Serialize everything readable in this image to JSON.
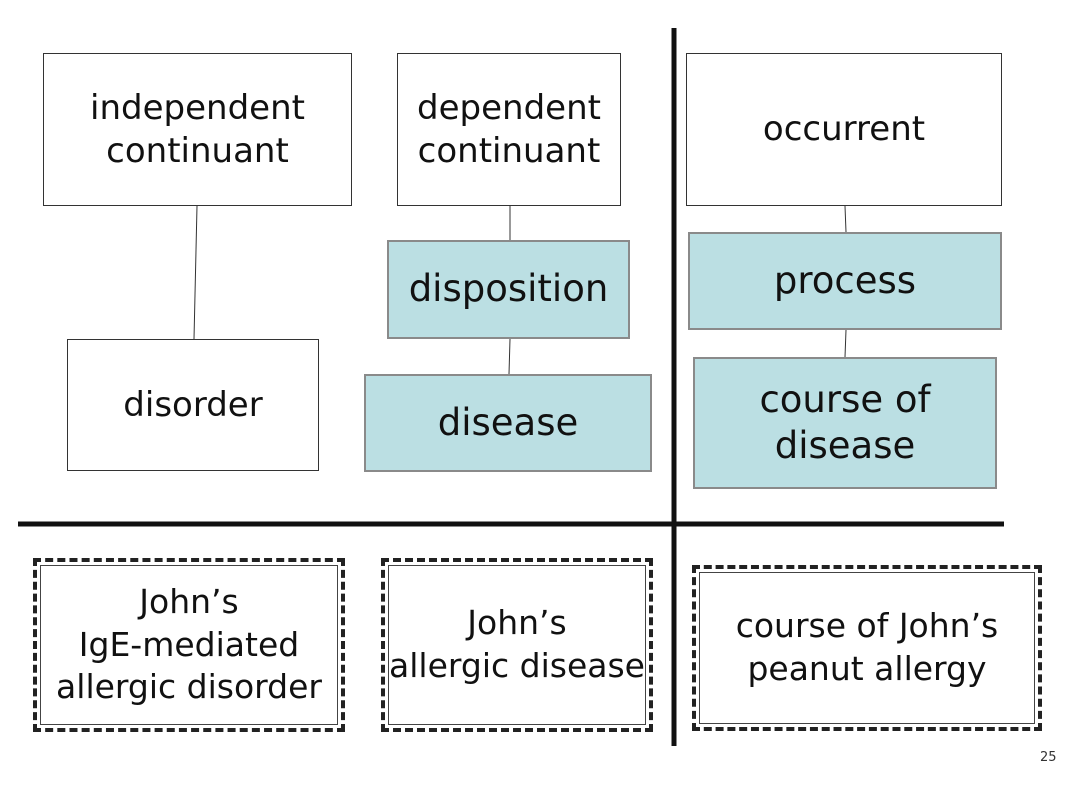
{
  "colors": {
    "category_fill": "#bbdfe3",
    "box_border": "#333333",
    "divider": "#111111"
  },
  "upper": {
    "independent_continuant": "independent\ncontinuant",
    "dependent_continuant": "dependent\ncontinuant",
    "occurrent": "occurrent",
    "disposition": "disposition",
    "process": "process",
    "disorder": "disorder",
    "disease": "disease",
    "course_of_disease": "course of\ndisease"
  },
  "instances": {
    "johns_disorder": "John’s\nIgE-mediated\nallergic disorder",
    "johns_disease": "John’s\nallergic disease",
    "course_of_johns_allergy": "course of John’s\npeanut allergy"
  },
  "slide_number": "25"
}
